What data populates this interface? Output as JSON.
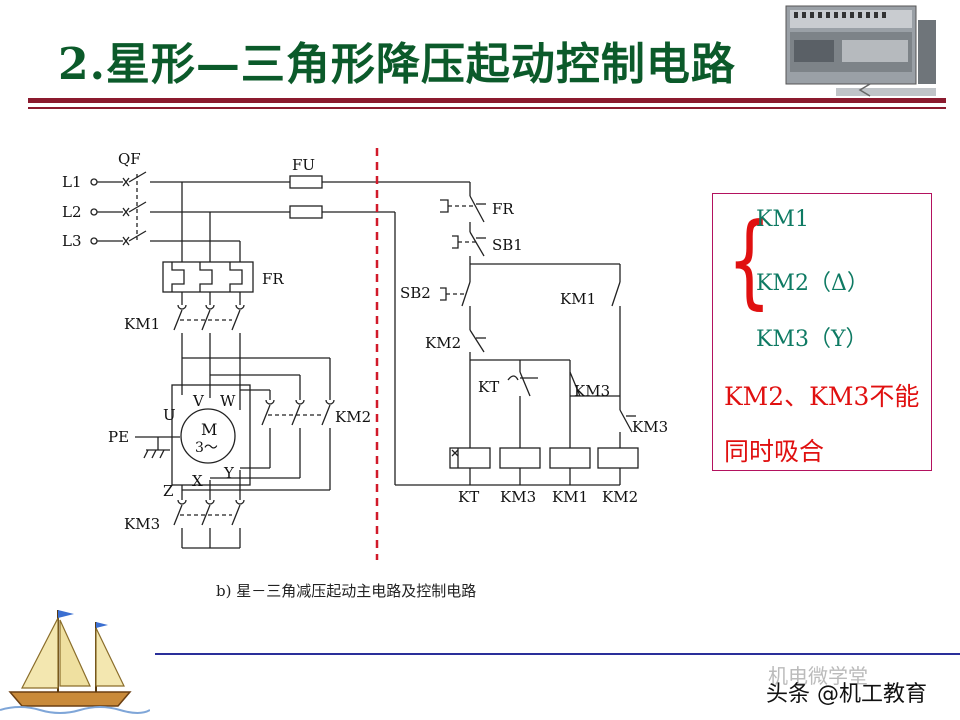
{
  "slide": {
    "title": "2.星形—三角形降压起动控制电路",
    "caption": "b) 星－三角减压起动主电路及控制电路"
  },
  "circuit": {
    "main_labels": {
      "qf": "QF",
      "fu": "FU",
      "l1": "L1",
      "l2": "L2",
      "l3": "L3",
      "fr": "FR",
      "km1": "KM1",
      "km2": "KM2",
      "km3": "KM3",
      "pe": "PE",
      "u": "U",
      "v": "V",
      "w": "W",
      "x": "X",
      "y": "Y",
      "z": "Z",
      "motor_m": "M",
      "motor_phase": "3～"
    },
    "control_labels": {
      "fr": "FR",
      "sb1": "SB1",
      "sb2": "SB2",
      "km1_contact": "KM1",
      "km2_contact": "KM2",
      "kt_contact": "KT",
      "km3_contact": "KM3",
      "km3_contact2": "KM3",
      "coil_kt": "KT",
      "coil_km3": "KM3",
      "coil_km1": "KM1",
      "coil_km2": "KM2"
    }
  },
  "notes": {
    "km1": "KM1",
    "km2": "KM2（Δ）",
    "km3": "KM3（Y）",
    "warning_line1": "KM2、KM3不能",
    "warning_line2": "同时吸合"
  },
  "watermark": {
    "line1": "机电微学堂",
    "line2": "头条 @机工教育"
  },
  "colors": {
    "title": "#0b5a2a",
    "rule": "#8b1a2e",
    "note_green": "#0e7a63",
    "note_red": "#e01010",
    "box_border": "#b3125f",
    "divider": "#d11a2a",
    "bottom_line": "#2a2f9a"
  }
}
